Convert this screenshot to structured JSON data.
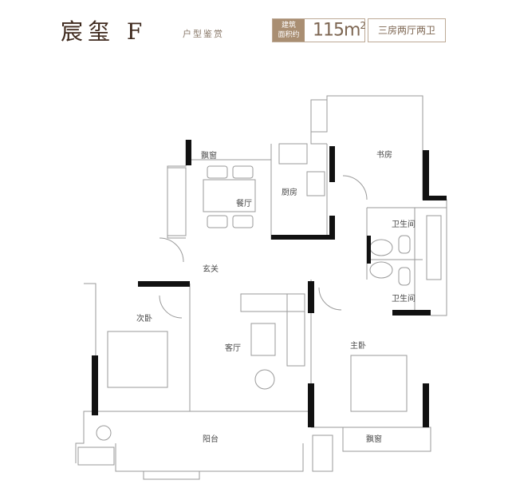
{
  "header": {
    "title": "宸玺 F",
    "subtitle": "户型鉴赏",
    "area_label_line1": "建筑",
    "area_label_line2": "面积约",
    "area_value": "115m",
    "area_unit": "2",
    "layout_type": "三房两厅两卫"
  },
  "rooms": {
    "bay_window_top": "飘窗",
    "kitchen": "厨房",
    "dining": "餐厅",
    "study": "书房",
    "bathroom_1": "卫生间",
    "foyer": "玄关",
    "bathroom_2": "卫生间",
    "second_bedroom": "次卧",
    "living": "客厅",
    "master_bedroom": "主卧",
    "balcony": "阳台",
    "bay_window_bottom": "飘窗"
  },
  "colors": {
    "wall": "#111111",
    "line": "#9a9a9a",
    "accent": "#a98e72",
    "title": "#3f2a1e"
  }
}
